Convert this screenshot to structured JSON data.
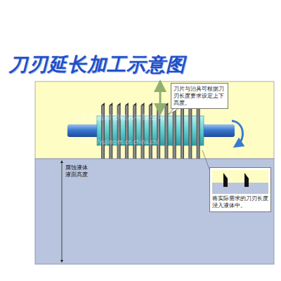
{
  "diagram": {
    "title": "刀刃延长加工示意图",
    "nodes": [
      {
        "text": [
          "刀片与治具可根据刀刃长度要求设定上下高度。"
        ]
      },
      {
        "text": [
          "将实际需求的刀刃长度浸入液体中。"
        ]
      }
    ],
    "labels": [
      "腐蚀液体液面高度",
      "上海育晶精密模具有限公司",
      "https://yujingjm.cn.china.cn/"
    ]
  }
}
